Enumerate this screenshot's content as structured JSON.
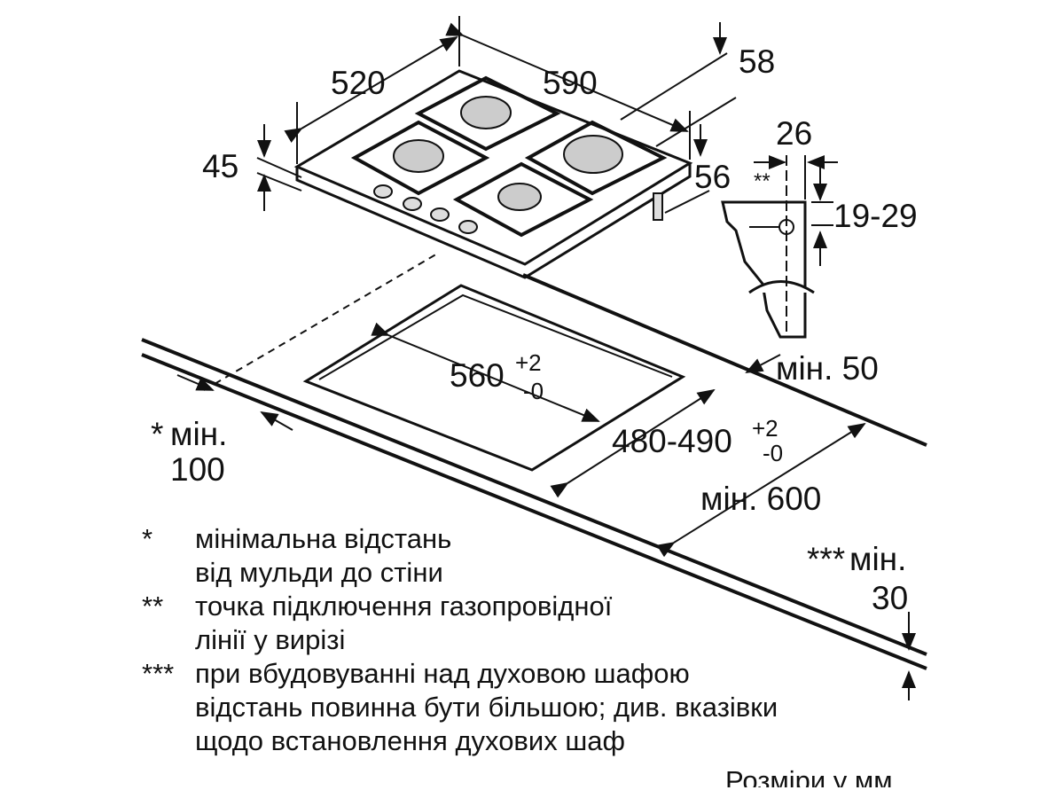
{
  "dimensions": {
    "hob_depth": "520",
    "hob_width": "590",
    "hob_height_total": "58",
    "hob_glass_thickness": "45",
    "hob_under_height": "56",
    "gas_offset": "26",
    "gas_height": "19-29",
    "gas_mark": "**",
    "cutout_width": "560",
    "cutout_width_tol_plus": "+2",
    "cutout_width_tol_minus": "-0",
    "cutout_depth": "480-490",
    "cutout_depth_tol_plus": "+2",
    "cutout_depth_tol_minus": "-0",
    "min_back": "мін. 50",
    "min_front_mark": "*",
    "min_front": "мін.",
    "min_front_value": "100",
    "min_depth": "мін. 600",
    "min_below_mark": "***",
    "min_below": "мін.",
    "min_below_value": "30"
  },
  "notes": [
    {
      "mark": "*",
      "lines": [
        "мінімальна відстань",
        "від мульди до стіни"
      ]
    },
    {
      "mark": "**",
      "lines": [
        "точка підключення газопровідної",
        "лінії у вирізі"
      ]
    },
    {
      "mark": "***",
      "lines": [
        "при вбудовуванні над духовою шафою",
        "відстань повинна бути більшою; див. вказівки",
        "щодо встановлення духових шаф"
      ]
    }
  ],
  "footer": "Розміри у мм"
}
